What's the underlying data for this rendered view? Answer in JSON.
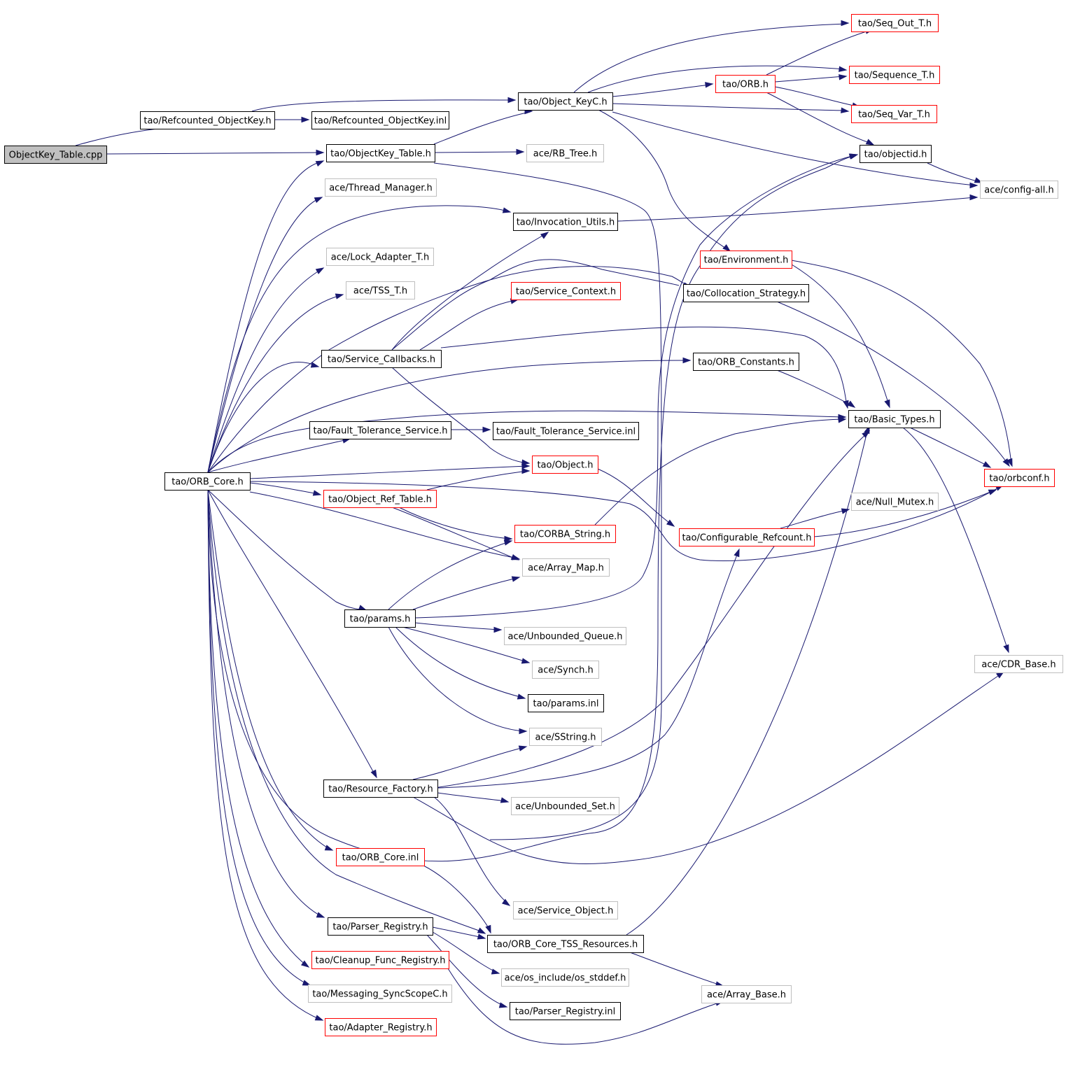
{
  "diagram": {
    "kind": "include-dependency-graph",
    "colors": {
      "edge": "#191970",
      "root_fill": "#c0c0c0",
      "root_border": "#000000",
      "documented_border": "#000000",
      "truncated_border": "#ff0000",
      "external_border": "#bfbfbf",
      "node_fill": "#ffffff"
    },
    "nodes": [
      {
        "id": "root",
        "label": "ObjectKey_Table.cpp",
        "style": "root"
      },
      {
        "id": "refcounted_h",
        "label": "tao/Refcounted_ObjectKey.h",
        "style": "documented"
      },
      {
        "id": "refcounted_inl",
        "label": "tao/Refcounted_ObjectKey.inl",
        "style": "documented"
      },
      {
        "id": "objkeyc",
        "label": "tao/Object_KeyC.h",
        "style": "documented"
      },
      {
        "id": "seq_out",
        "label": "tao/Seq_Out_T.h",
        "style": "truncated"
      },
      {
        "id": "sequence_t",
        "label": "tao/Sequence_T.h",
        "style": "truncated"
      },
      {
        "id": "orb_h",
        "label": "tao/ORB.h",
        "style": "truncated"
      },
      {
        "id": "seq_var",
        "label": "tao/Seq_Var_T.h",
        "style": "truncated"
      },
      {
        "id": "objectid",
        "label": "tao/objectid.h",
        "style": "documented"
      },
      {
        "id": "config_all",
        "label": "ace/config-all.h",
        "style": "external"
      },
      {
        "id": "objkey_table",
        "label": "tao/ObjectKey_Table.h",
        "style": "documented"
      },
      {
        "id": "rb_tree",
        "label": "ace/RB_Tree.h",
        "style": "external"
      },
      {
        "id": "thread_mgr",
        "label": "ace/Thread_Manager.h",
        "style": "external"
      },
      {
        "id": "invocation_utils",
        "label": "tao/Invocation_Utils.h",
        "style": "documented"
      },
      {
        "id": "lock_adapter",
        "label": "ace/Lock_Adapter_T.h",
        "style": "external"
      },
      {
        "id": "environment",
        "label": "tao/Environment.h",
        "style": "truncated"
      },
      {
        "id": "tss_t",
        "label": "ace/TSS_T.h",
        "style": "external"
      },
      {
        "id": "service_context",
        "label": "tao/Service_Context.h",
        "style": "truncated"
      },
      {
        "id": "collocation",
        "label": "tao/Collocation_Strategy.h",
        "style": "documented"
      },
      {
        "id": "service_callbacks",
        "label": "tao/Service_Callbacks.h",
        "style": "documented"
      },
      {
        "id": "orb_constants",
        "label": "tao/ORB_Constants.h",
        "style": "documented"
      },
      {
        "id": "fault_tol_h",
        "label": "tao/Fault_Tolerance_Service.h",
        "style": "documented"
      },
      {
        "id": "fault_tol_inl",
        "label": "tao/Fault_Tolerance_Service.inl",
        "style": "documented"
      },
      {
        "id": "basic_types",
        "label": "tao/Basic_Types.h",
        "style": "documented"
      },
      {
        "id": "orb_core",
        "label": "tao/ORB_Core.h",
        "style": "documented"
      },
      {
        "id": "object_h",
        "label": "tao/Object.h",
        "style": "truncated"
      },
      {
        "id": "orbconf",
        "label": "tao/orbconf.h",
        "style": "truncated"
      },
      {
        "id": "object_ref_table",
        "label": "tao/Object_Ref_Table.h",
        "style": "truncated"
      },
      {
        "id": "null_mutex",
        "label": "ace/Null_Mutex.h",
        "style": "external"
      },
      {
        "id": "corba_string",
        "label": "tao/CORBA_String.h",
        "style": "truncated"
      },
      {
        "id": "configurable_refcount",
        "label": "tao/Configurable_Refcount.h",
        "style": "truncated"
      },
      {
        "id": "array_map",
        "label": "ace/Array_Map.h",
        "style": "external"
      },
      {
        "id": "params_h",
        "label": "tao/params.h",
        "style": "documented"
      },
      {
        "id": "unbounded_queue",
        "label": "ace/Unbounded_Queue.h",
        "style": "external"
      },
      {
        "id": "cdr_base",
        "label": "ace/CDR_Base.h",
        "style": "external"
      },
      {
        "id": "synch",
        "label": "ace/Synch.h",
        "style": "external"
      },
      {
        "id": "params_inl",
        "label": "tao/params.inl",
        "style": "documented"
      },
      {
        "id": "sstring",
        "label": "ace/SString.h",
        "style": "external"
      },
      {
        "id": "resource_factory",
        "label": "tao/Resource_Factory.h",
        "style": "documented"
      },
      {
        "id": "unbounded_set",
        "label": "ace/Unbounded_Set.h",
        "style": "external"
      },
      {
        "id": "orb_core_inl",
        "label": "tao/ORB_Core.inl",
        "style": "truncated"
      },
      {
        "id": "service_object",
        "label": "ace/Service_Object.h",
        "style": "external"
      },
      {
        "id": "parser_registry",
        "label": "tao/Parser_Registry.h",
        "style": "documented"
      },
      {
        "id": "orb_core_tss",
        "label": "tao/ORB_Core_TSS_Resources.h",
        "style": "documented"
      },
      {
        "id": "cleanup_func",
        "label": "tao/Cleanup_Func_Registry.h",
        "style": "truncated"
      },
      {
        "id": "os_stddef",
        "label": "ace/os_include/os_stddef.h",
        "style": "external"
      },
      {
        "id": "messaging_sync",
        "label": "tao/Messaging_SyncScopeC.h",
        "style": "external"
      },
      {
        "id": "array_base",
        "label": "ace/Array_Base.h",
        "style": "external"
      },
      {
        "id": "parser_registry_inl",
        "label": "tao/Parser_Registry.inl",
        "style": "documented"
      },
      {
        "id": "adapter_registry",
        "label": "tao/Adapter_Registry.h",
        "style": "truncated"
      }
    ]
  }
}
